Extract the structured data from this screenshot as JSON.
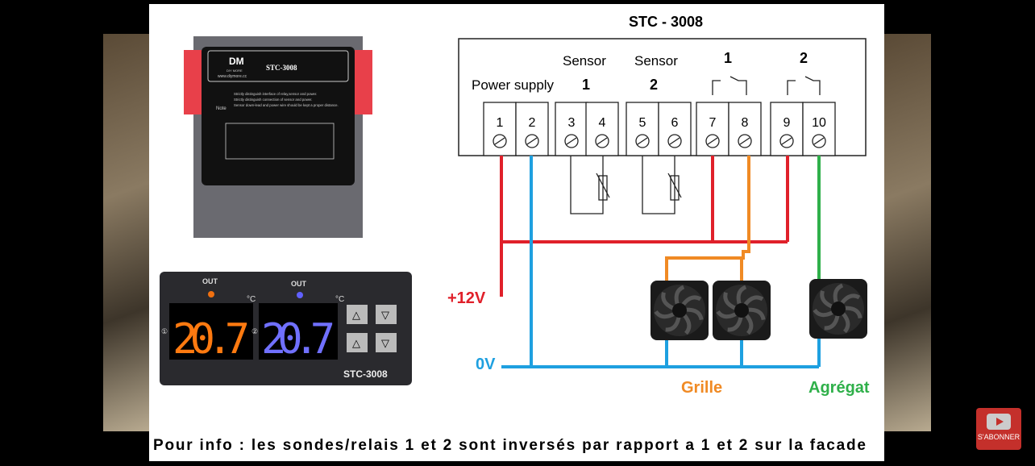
{
  "diagram": {
    "title": "STC - 3008",
    "power_supply": "Power supply",
    "sensor_labels": [
      "Sensor",
      "Sensor"
    ],
    "sensor_numbers": [
      "1",
      "2"
    ],
    "relay_numbers": [
      "1",
      "2"
    ],
    "terminals": [
      "1",
      "2",
      "3",
      "4",
      "5",
      "6",
      "7",
      "8",
      "9",
      "10"
    ],
    "plus12v": "+12V",
    "zero_v": "0V",
    "grille": "Grille",
    "agregat": "Agrégat",
    "note": "Pour info : les sondes/relais 1 et 2 sont inversés par rapport a 1 et 2 sur la facade",
    "colors": {
      "red": "#e0202a",
      "blue": "#1ea0e0",
      "orange": "#f08a24",
      "green": "#2fb04a"
    }
  },
  "device_back": {
    "brand": "DM",
    "brand_sub": "DIY MORE",
    "url": "www.diymore.cc",
    "model": "STC-3008",
    "note_label": "Note",
    "notes": [
      "Strictly distinguish interface of relay,sensor and power.",
      "Strictly distinguish connection of sensor and power.",
      "Sensor down-lead and power wire should be kept a proper distance."
    ]
  },
  "device_front": {
    "out": "OUT",
    "unit": "°C",
    "value1": "20.7",
    "value2": "20.7",
    "model": "STC-3008",
    "ch1": "①",
    "ch2": "②"
  },
  "subscribe": {
    "label": "S'ABONNER"
  }
}
